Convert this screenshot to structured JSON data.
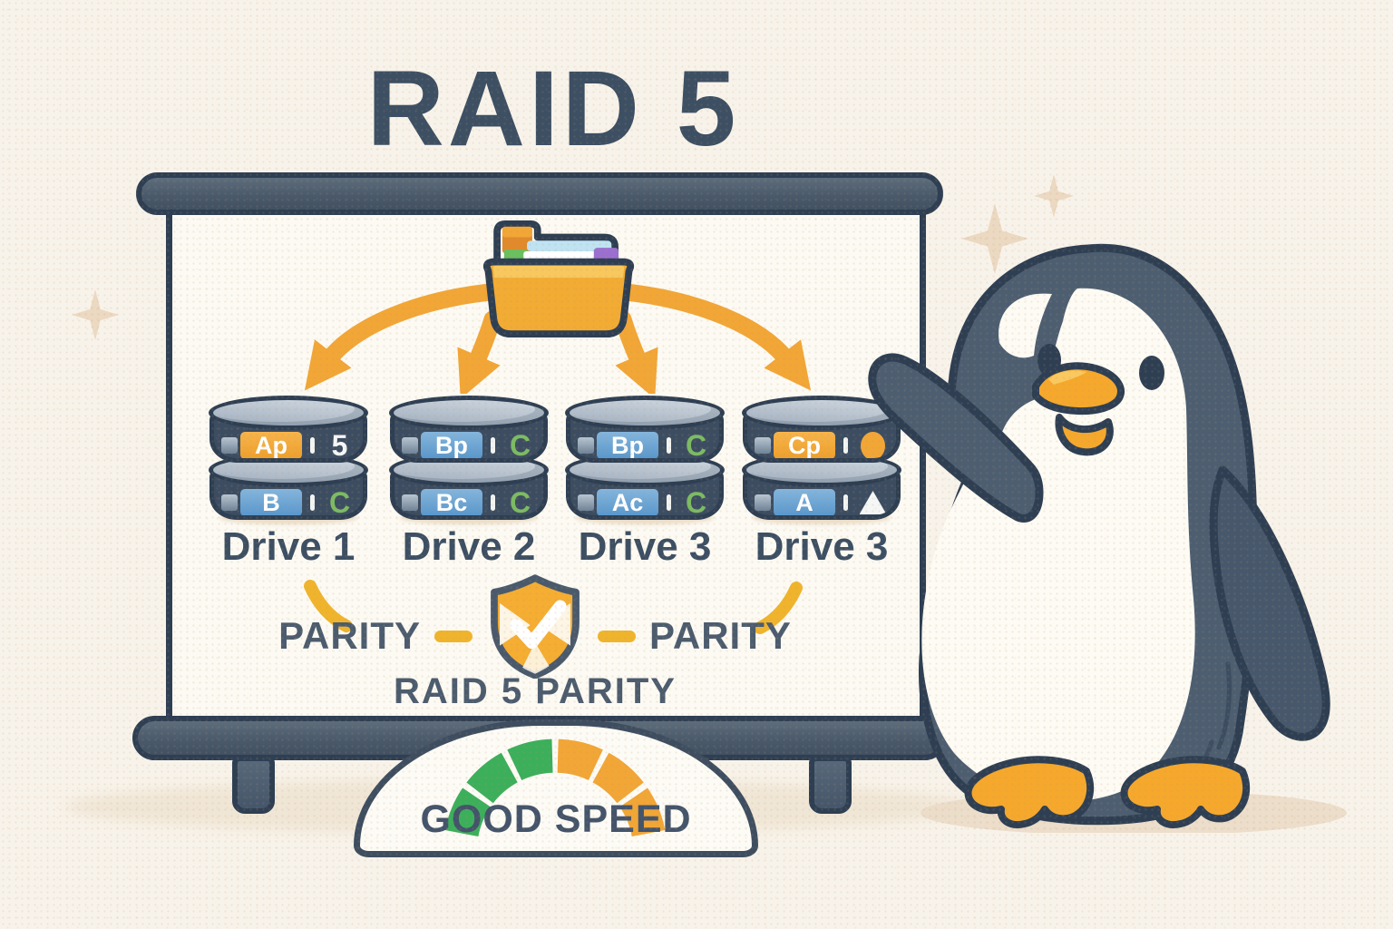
{
  "title": "RAID 5",
  "colors": {
    "navy": "#2f3f53",
    "ink": "#3d4f63",
    "slate": "#4d5e71",
    "cream": "#f8f3ea",
    "board": "#fcfaf3",
    "orange": "#f2a636",
    "orange_deep": "#e08a2b",
    "blue": "#5f9fd3",
    "green": "#7cbb63",
    "gauge_green": "#3caf5b",
    "tan": "#ecd9c2",
    "shadow": "#eadcc6"
  },
  "drives": [
    {
      "label": "Drive 1",
      "disks": [
        {
          "chip": "Ap",
          "chip_color": "orange",
          "right_text": "5",
          "right_color": "white"
        },
        {
          "chip": "B",
          "chip_color": "blue",
          "right_text": "C",
          "right_color": "green"
        }
      ]
    },
    {
      "label": "Drive 2",
      "disks": [
        {
          "chip": "Bp",
          "chip_color": "blue",
          "right_text": "C",
          "right_color": "green"
        },
        {
          "chip": "Bc",
          "chip_color": "blue",
          "right_text": "C",
          "right_color": "green"
        }
      ]
    },
    {
      "label": "Drive 3",
      "disks": [
        {
          "chip": "Bp",
          "chip_color": "blue",
          "right_text": "C",
          "right_color": "green"
        },
        {
          "chip": "Ac",
          "chip_color": "blue",
          "right_text": "C",
          "right_color": "green"
        }
      ]
    },
    {
      "label": "Drive 3",
      "disks": [
        {
          "chip": "Cp",
          "chip_color": "orange",
          "right_shape": "circle",
          "right_shape_color": "orange"
        },
        {
          "chip": "A",
          "chip_color": "blue",
          "right_shape": "triangle",
          "right_shape_color": "white"
        }
      ]
    }
  ],
  "parity": {
    "left_label": "PARITY",
    "right_label": "PARITY",
    "caption": "RAID 5 PARITY"
  },
  "gauge": {
    "label": "GOOD SPEED",
    "segment_colors": [
      "green",
      "green",
      "green",
      "orange",
      "orange",
      "orange"
    ]
  }
}
